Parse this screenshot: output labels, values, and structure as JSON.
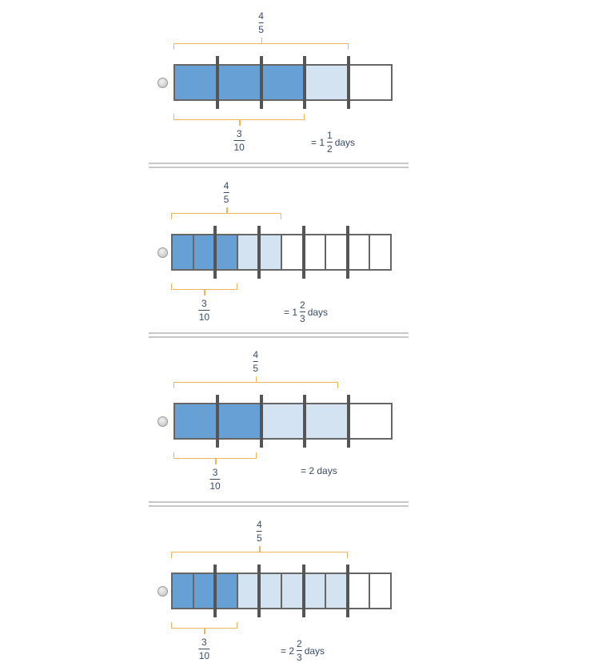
{
  "colors": {
    "dark": "#67a0d4",
    "light": "#d3e3f2",
    "empty": "#ffffff",
    "bracket": "#f0b45a"
  },
  "options": [
    {
      "cells": 5,
      "dark": 2,
      "light": 1,
      "dark_count": 3,
      "light_count": 1,
      "thick_every": 1,
      "top_span": 4,
      "bottom_span": 3,
      "top_label": {
        "num": "4",
        "den": "5"
      },
      "bottom_label": {
        "num": "3",
        "den": "10"
      },
      "result": {
        "prefix": "= 1",
        "num": "1",
        "den": "2",
        "suffix": "days"
      }
    },
    {
      "cells": 10,
      "dark_count": 3,
      "light_count": 2,
      "thick_every": 2,
      "top_span": 5,
      "bottom_span": 3,
      "top_label": {
        "num": "4",
        "den": "5"
      },
      "bottom_label": {
        "num": "3",
        "den": "10"
      },
      "result": {
        "prefix": "= 1",
        "num": "2",
        "den": "3",
        "suffix": "days"
      }
    },
    {
      "cells": 5,
      "dark_count": 2,
      "light_count": 2,
      "thick_every": 1,
      "top_span": 3.75,
      "bottom_span": 1.9,
      "top_label": {
        "num": "4",
        "den": "5"
      },
      "bottom_label": {
        "num": "3",
        "den": "10"
      },
      "result": {
        "prefix": "= 2 days"
      }
    },
    {
      "cells": 10,
      "dark_count": 3,
      "light_count": 5,
      "thick_every": 2,
      "top_span": 8,
      "bottom_span": 3,
      "top_label": {
        "num": "4",
        "den": "5"
      },
      "bottom_label": {
        "num": "3",
        "den": "10"
      },
      "result": {
        "prefix": "= 2",
        "num": "2",
        "den": "3",
        "suffix": "days"
      }
    }
  ]
}
